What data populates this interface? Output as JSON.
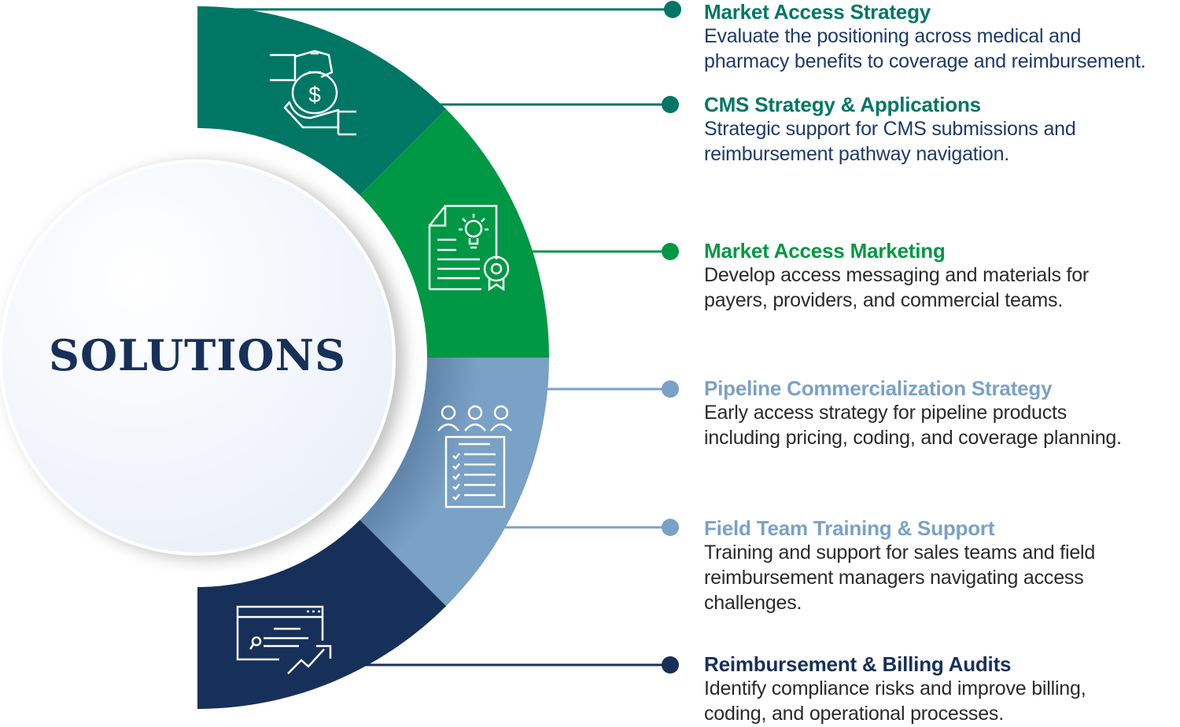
{
  "center_label": "SOLUTIONS",
  "colors": {
    "teal": "#007765",
    "green": "#009844",
    "light_blue": "#7aa1c6",
    "navy": "#17305a",
    "desc_blue": "#1d3a6b",
    "desc_dark": "#2a2a2a"
  },
  "items": [
    {
      "title": "Market Access Strategy",
      "lines": [
        "Evaluate the positioning across medical and",
        "pharmacy benefits to coverage and reimbursement."
      ],
      "icon": "money-bag-hand-icon"
    },
    {
      "title": "CMS Strategy & Applications",
      "lines": [
        "Strategic support for CMS submissions and",
        "reimbursement pathway navigation."
      ],
      "icon": "none"
    },
    {
      "title": "Market Access Marketing",
      "lines": [
        "Develop access messaging and materials for",
        "payers, providers, and commercial teams."
      ],
      "icon": "certificate-lightbulb-icon"
    },
    {
      "title": "Pipeline Commercialization Strategy",
      "lines": [
        "Early access strategy for pipeline products",
        "including pricing, coding, and coverage planning."
      ],
      "icon": "team-checklist-icon"
    },
    {
      "title": "Field Team Training & Support",
      "lines": [
        "Training and support for sales teams and field",
        "reimbursement managers navigating access",
        "challenges."
      ],
      "icon": "none"
    },
    {
      "title": "Reimbursement & Billing Audits",
      "lines": [
        "Identify compliance risks and improve billing,",
        "coding, and operational processes."
      ],
      "icon": "browser-growth-icon"
    }
  ]
}
